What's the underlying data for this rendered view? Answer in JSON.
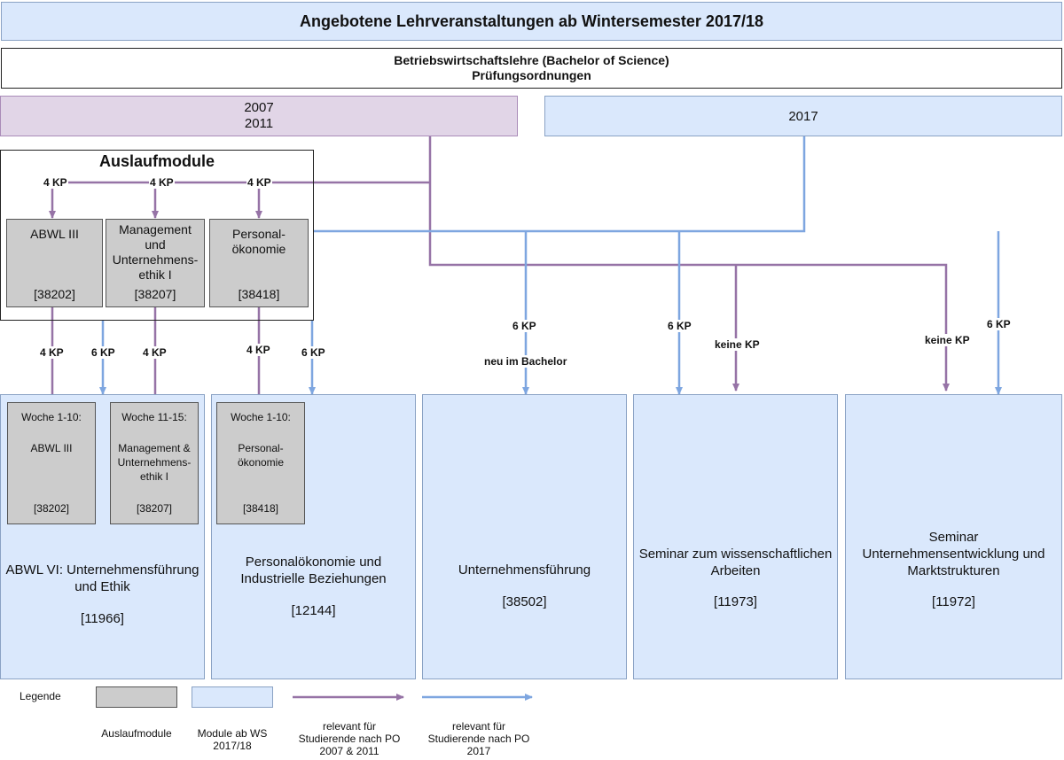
{
  "header": {
    "title": "Angebotene Lehrveranstaltungen ab Wintersemester 2017/18",
    "subtitle_line1": "Betriebswirtschaftslehre (Bachelor of Science)",
    "subtitle_line2": "Prüfungsordnungen"
  },
  "po_old": {
    "line1": "2007",
    "line2": "2011"
  },
  "po_new": {
    "label": "2017"
  },
  "auslauf": {
    "title": "Auslaufmodule",
    "modules": [
      {
        "line1": "ABWL III",
        "line2": "",
        "line3": "",
        "line4": "",
        "code": "[38202]"
      },
      {
        "line1": "Management",
        "line2": "und",
        "line3": "Unternehmens-",
        "line4": "ethik I",
        "code": "[38207]"
      },
      {
        "line1": "Personal-",
        "line2": "ökonomie",
        "line3": "",
        "line4": "",
        "code": "[38418]"
      }
    ]
  },
  "kp_labels": {
    "top1": "4 KP",
    "top2": "4 KP",
    "top3": "4 KP",
    "mid1": "4 KP",
    "mid2": "6 KP",
    "mid3": "4 KP",
    "mid4": "4 KP",
    "mid5": "6 KP",
    "unt": "6 KP",
    "unt_note": "neu im Bachelor",
    "sem1_blue": "6 KP",
    "sem1_purple": "keine KP",
    "sem2_purple": "keine KP",
    "sem2_blue": "6 KP"
  },
  "sub_modules": [
    {
      "week": "Woche 1-10:",
      "line1": "ABWL III",
      "line2": "",
      "line3": "",
      "code": "[38202]"
    },
    {
      "week": "Woche 11-15:",
      "line1": "Management &",
      "line2": "Unternehmens-",
      "line3": "ethik I",
      "code": "[38207]"
    },
    {
      "week": "Woche 1-10:",
      "line1": "Personal-",
      "line2": "ökonomie",
      "line3": "",
      "code": "[38418]"
    }
  ],
  "new_modules": [
    {
      "line1": "ABWL VI: Unternehmensführung",
      "line2": "und Ethik",
      "code": "[11966]"
    },
    {
      "line1": "Personalökonomie und",
      "line2": "Industrielle Beziehungen",
      "code": "[12144]"
    },
    {
      "line1": "Unternehmensführung",
      "line2": "",
      "code": "[38502]"
    },
    {
      "line1": "Seminar zum wissenschaftlichen",
      "line2": "Arbeiten",
      "code": "[11973]"
    },
    {
      "line1": "Seminar",
      "line2": "Unternehmensentwicklung und",
      "line3": "Marktstrukturen",
      "code": "[11972]"
    }
  ],
  "legend": {
    "title": "Legende",
    "gray": "Auslaufmodule",
    "blue_line1": "Module ab WS",
    "blue_line2": "2017/18",
    "purple_arrow_line1": "relevant für",
    "purple_arrow_line2": "Studierende nach PO",
    "purple_arrow_line3": "2007 & 2011",
    "blue_arrow_line1": "relevant für",
    "blue_arrow_line2": "Studierende nach PO",
    "blue_arrow_line3": "2017"
  },
  "colors": {
    "purple": "#9673a6",
    "blue": "#7ea6e0",
    "gray_fill": "#cccccc",
    "blue_fill": "#dae8fc",
    "purple_fill": "#e1d5e7"
  }
}
